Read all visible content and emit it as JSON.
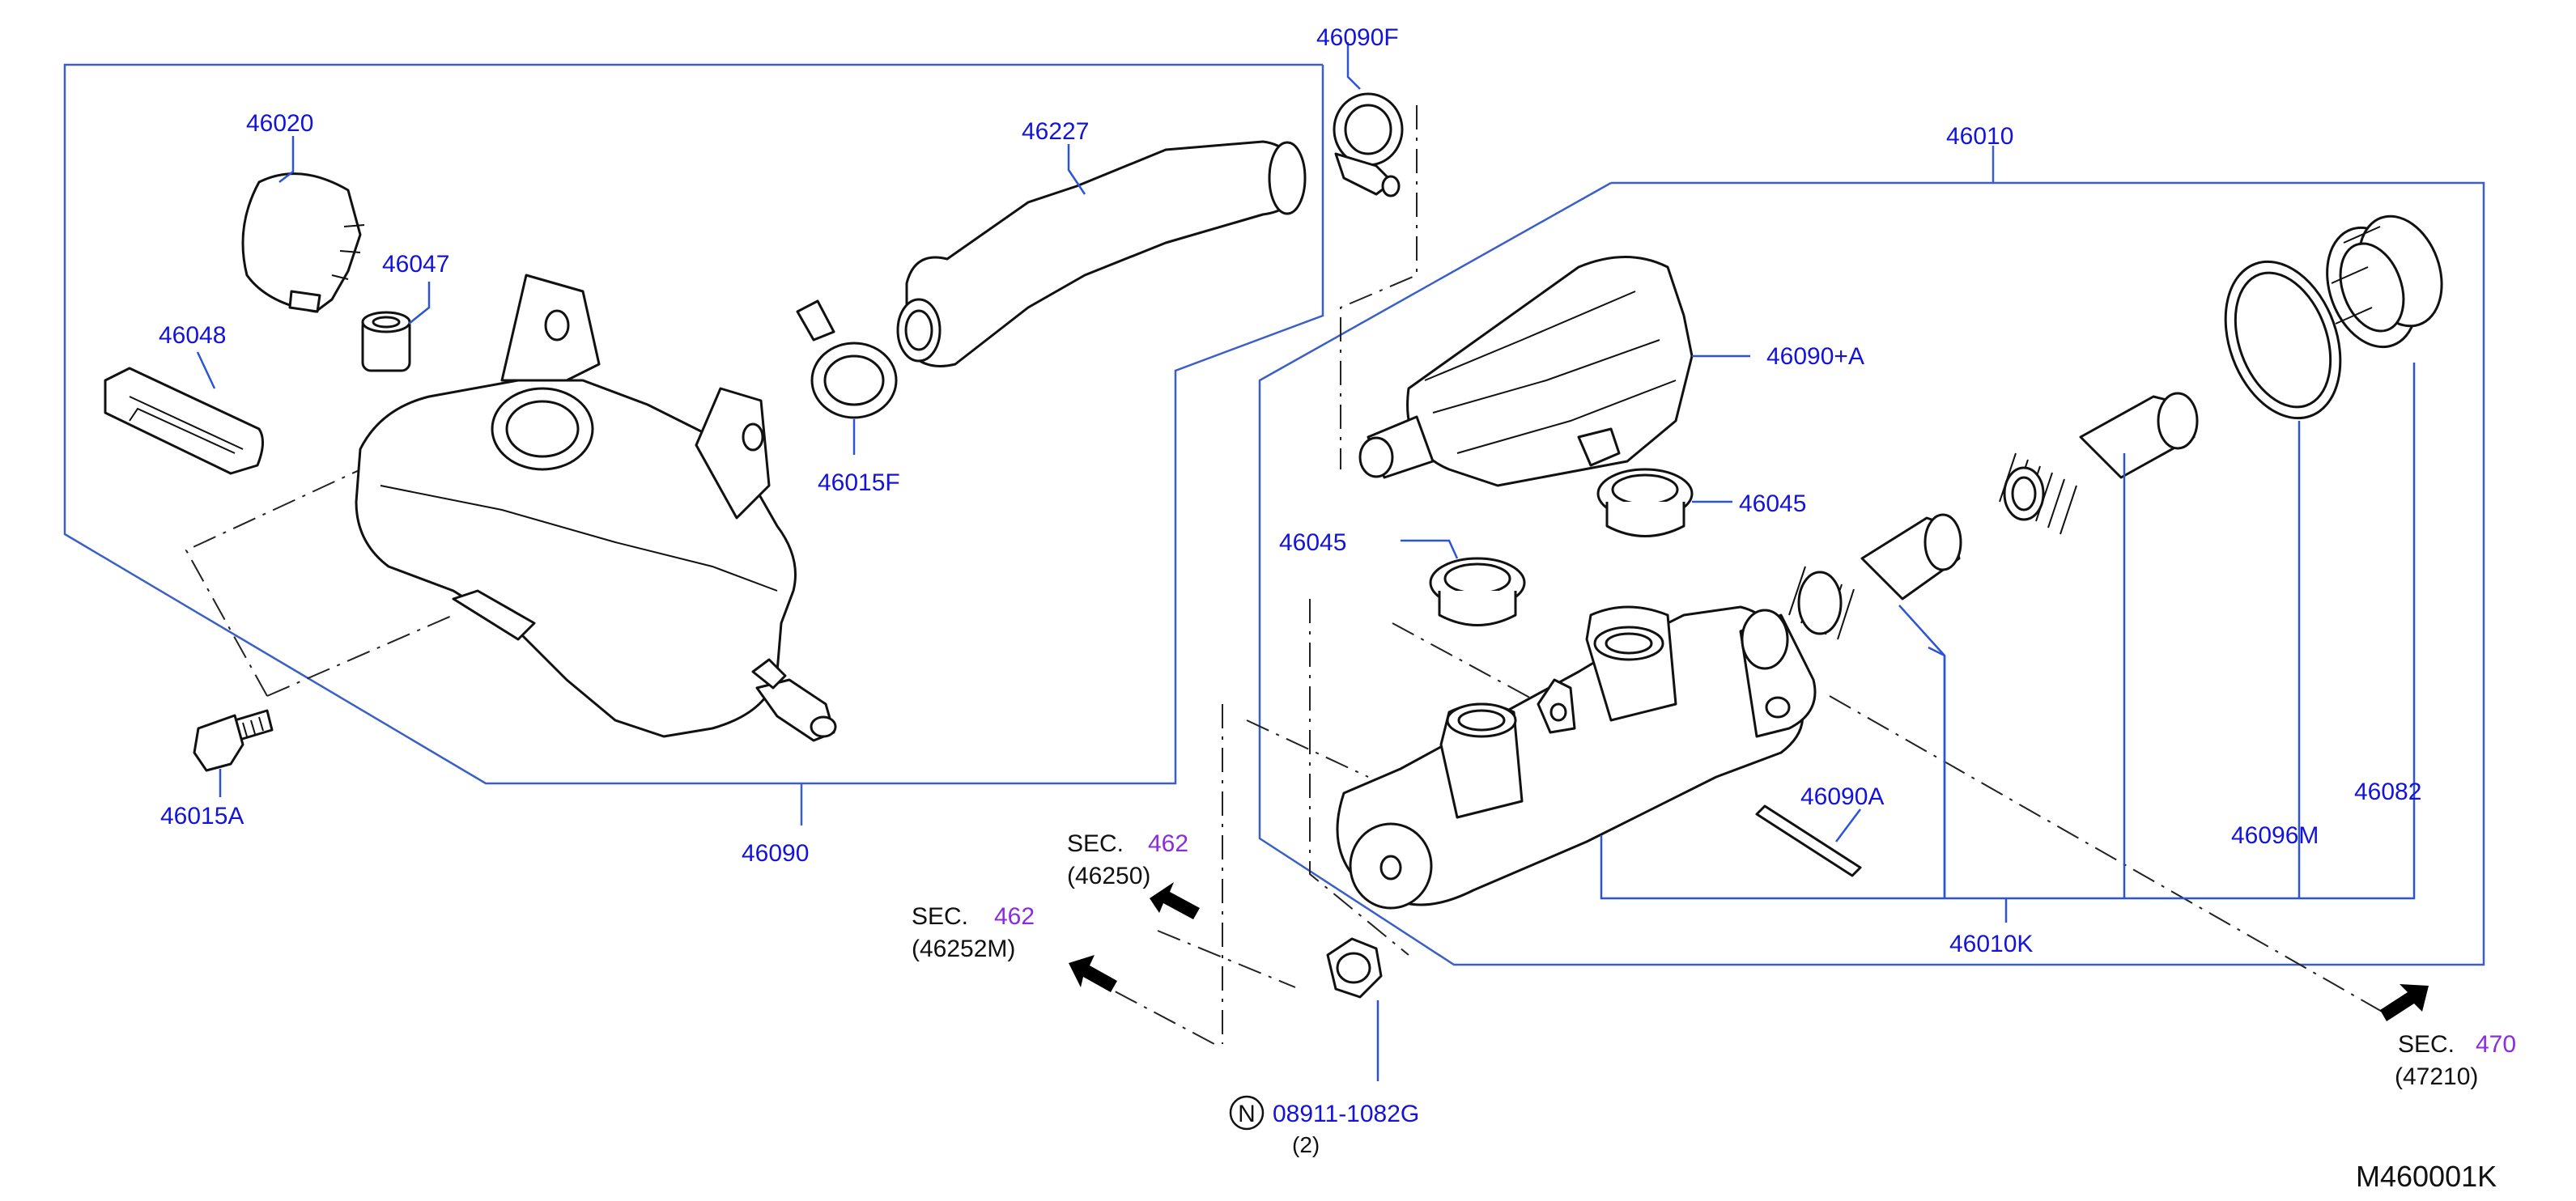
{
  "diagram": {
    "id": "M460001K",
    "colors": {
      "part_label": "#1414d8",
      "sec_number": "#8a2be2",
      "leader": "#2b55d6",
      "text": "#111111"
    }
  },
  "parts": [
    {
      "key": "p46020",
      "number": "46020"
    },
    {
      "key": "p46047",
      "number": "46047"
    },
    {
      "key": "p46048",
      "number": "46048"
    },
    {
      "key": "p46227",
      "number": "46227"
    },
    {
      "key": "p46090F",
      "number": "46090F"
    },
    {
      "key": "p46015F",
      "number": "46015F"
    },
    {
      "key": "p46015A",
      "number": "46015A"
    },
    {
      "key": "p46090",
      "number": "46090"
    },
    {
      "key": "p46010",
      "number": "46010"
    },
    {
      "key": "p46090plusA",
      "number": "46090+A"
    },
    {
      "key": "p46045a",
      "number": "46045"
    },
    {
      "key": "p46045b",
      "number": "46045"
    },
    {
      "key": "p46090A",
      "number": "46090A"
    },
    {
      "key": "p46096M",
      "number": "46096M"
    },
    {
      "key": "p46082",
      "number": "46082"
    },
    {
      "key": "p46010K",
      "number": "46010K"
    },
    {
      "key": "p08911",
      "number": "08911-1082G"
    }
  ],
  "nut": {
    "symbol": "N",
    "quantity": "(2)"
  },
  "sections": [
    {
      "key": "sec1",
      "word": "SEC.",
      "number": "462",
      "ref": "(46250)"
    },
    {
      "key": "sec2",
      "word": "SEC.",
      "number": "462",
      "ref": "(46252M)"
    },
    {
      "key": "sec3",
      "word": "SEC.",
      "number": "470",
      "ref": "(47210)"
    }
  ]
}
